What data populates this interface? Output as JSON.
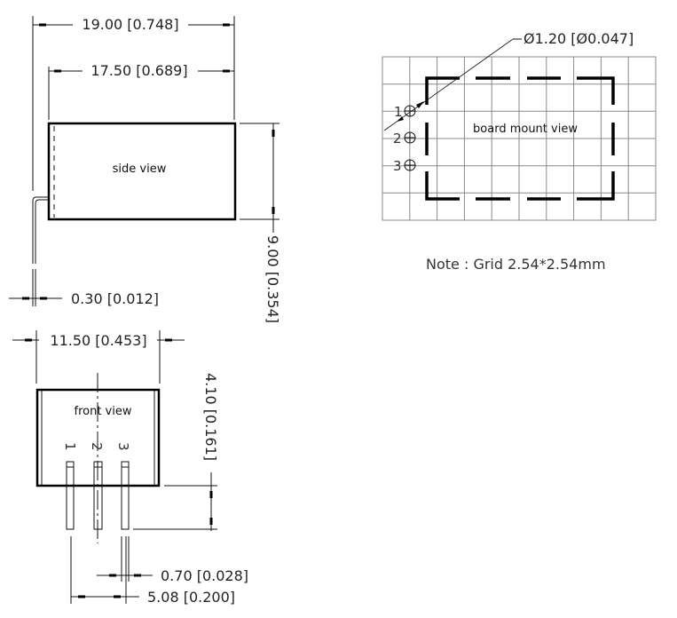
{
  "side_view": {
    "label": "side view",
    "dim_overall_length": "19.00 [0.748]",
    "dim_body_length": "17.50 [0.689]",
    "dim_height": "9.00 [0.354]",
    "dim_pin_thickness": "0.30 [0.012]"
  },
  "front_view": {
    "label": "front view",
    "dim_width": "11.50 [0.453]",
    "dim_pin_length": "4.10 [0.161]",
    "dim_pin_width": "0.70 [0.028]",
    "dim_pin_pitch": "5.08 [0.200]",
    "pins": [
      "1",
      "2",
      "3"
    ]
  },
  "board_mount_view": {
    "label": "board mount view",
    "dim_hole_diameter": "Ø1.20 [Ø0.047]",
    "pins": [
      "1",
      "2",
      "3"
    ],
    "grid": {
      "columns": 10,
      "rows": 6
    }
  },
  "note": "Note : Grid 2.54*2.54mm",
  "colors": {
    "line": "#000000",
    "grid": "#8a8a8a",
    "text": "#222222"
  }
}
